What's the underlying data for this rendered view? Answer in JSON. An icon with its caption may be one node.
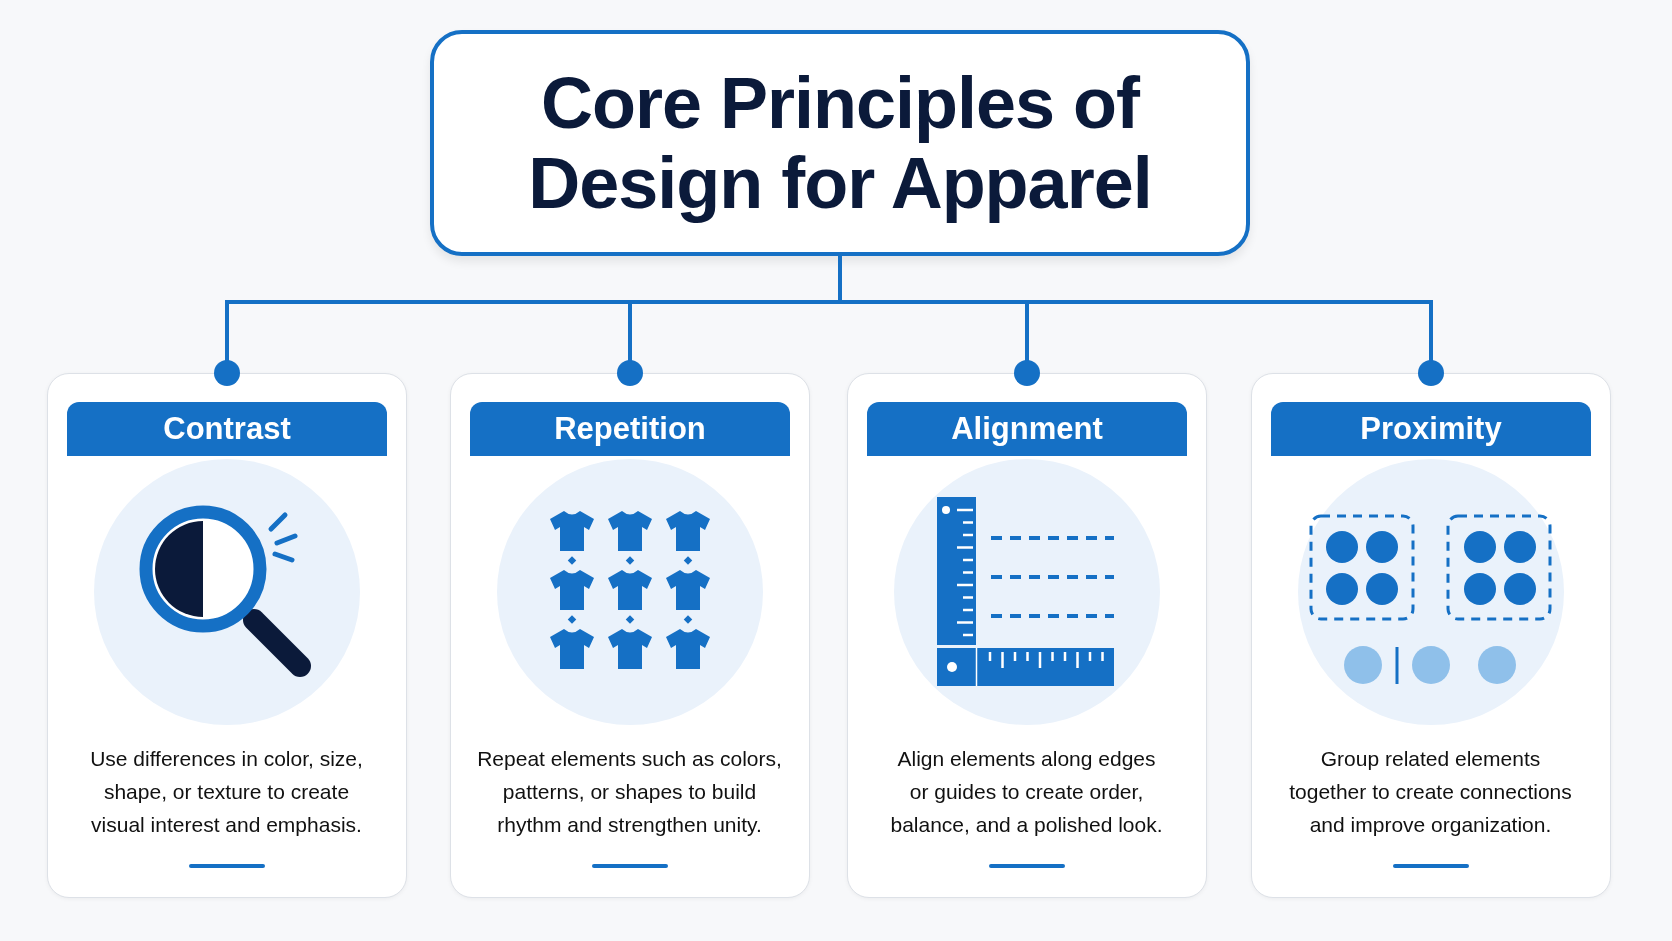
{
  "diagram": {
    "nodes": [
      {
        "text": [
          "Core Principles of Design for Apparel"
        ]
      },
      {
        "text": [
          "Contrast",
          "Use differences in color, size, shape, or texture to create visual interest and emphasis."
        ]
      },
      {
        "text": [
          "Repetition",
          "Repeat elements such as colors, patterns, or shapes to build rhythm and strengthen unity."
        ]
      },
      {
        "text": [
          "Alignment",
          "Align elements along edges or guides to create order, balance, and a polished look."
        ]
      },
      {
        "text": [
          "Proximity",
          "Group related elements together to create connections and improve organization."
        ]
      }
    ],
    "edges": [
      {
        "from": 0,
        "to": 1,
        "arrow": "other"
      },
      {
        "from": 0,
        "to": 2,
        "arrow": "other"
      },
      {
        "from": 0,
        "to": 3,
        "arrow": "other"
      },
      {
        "from": 0,
        "to": 4,
        "arrow": "other"
      }
    ]
  }
}
